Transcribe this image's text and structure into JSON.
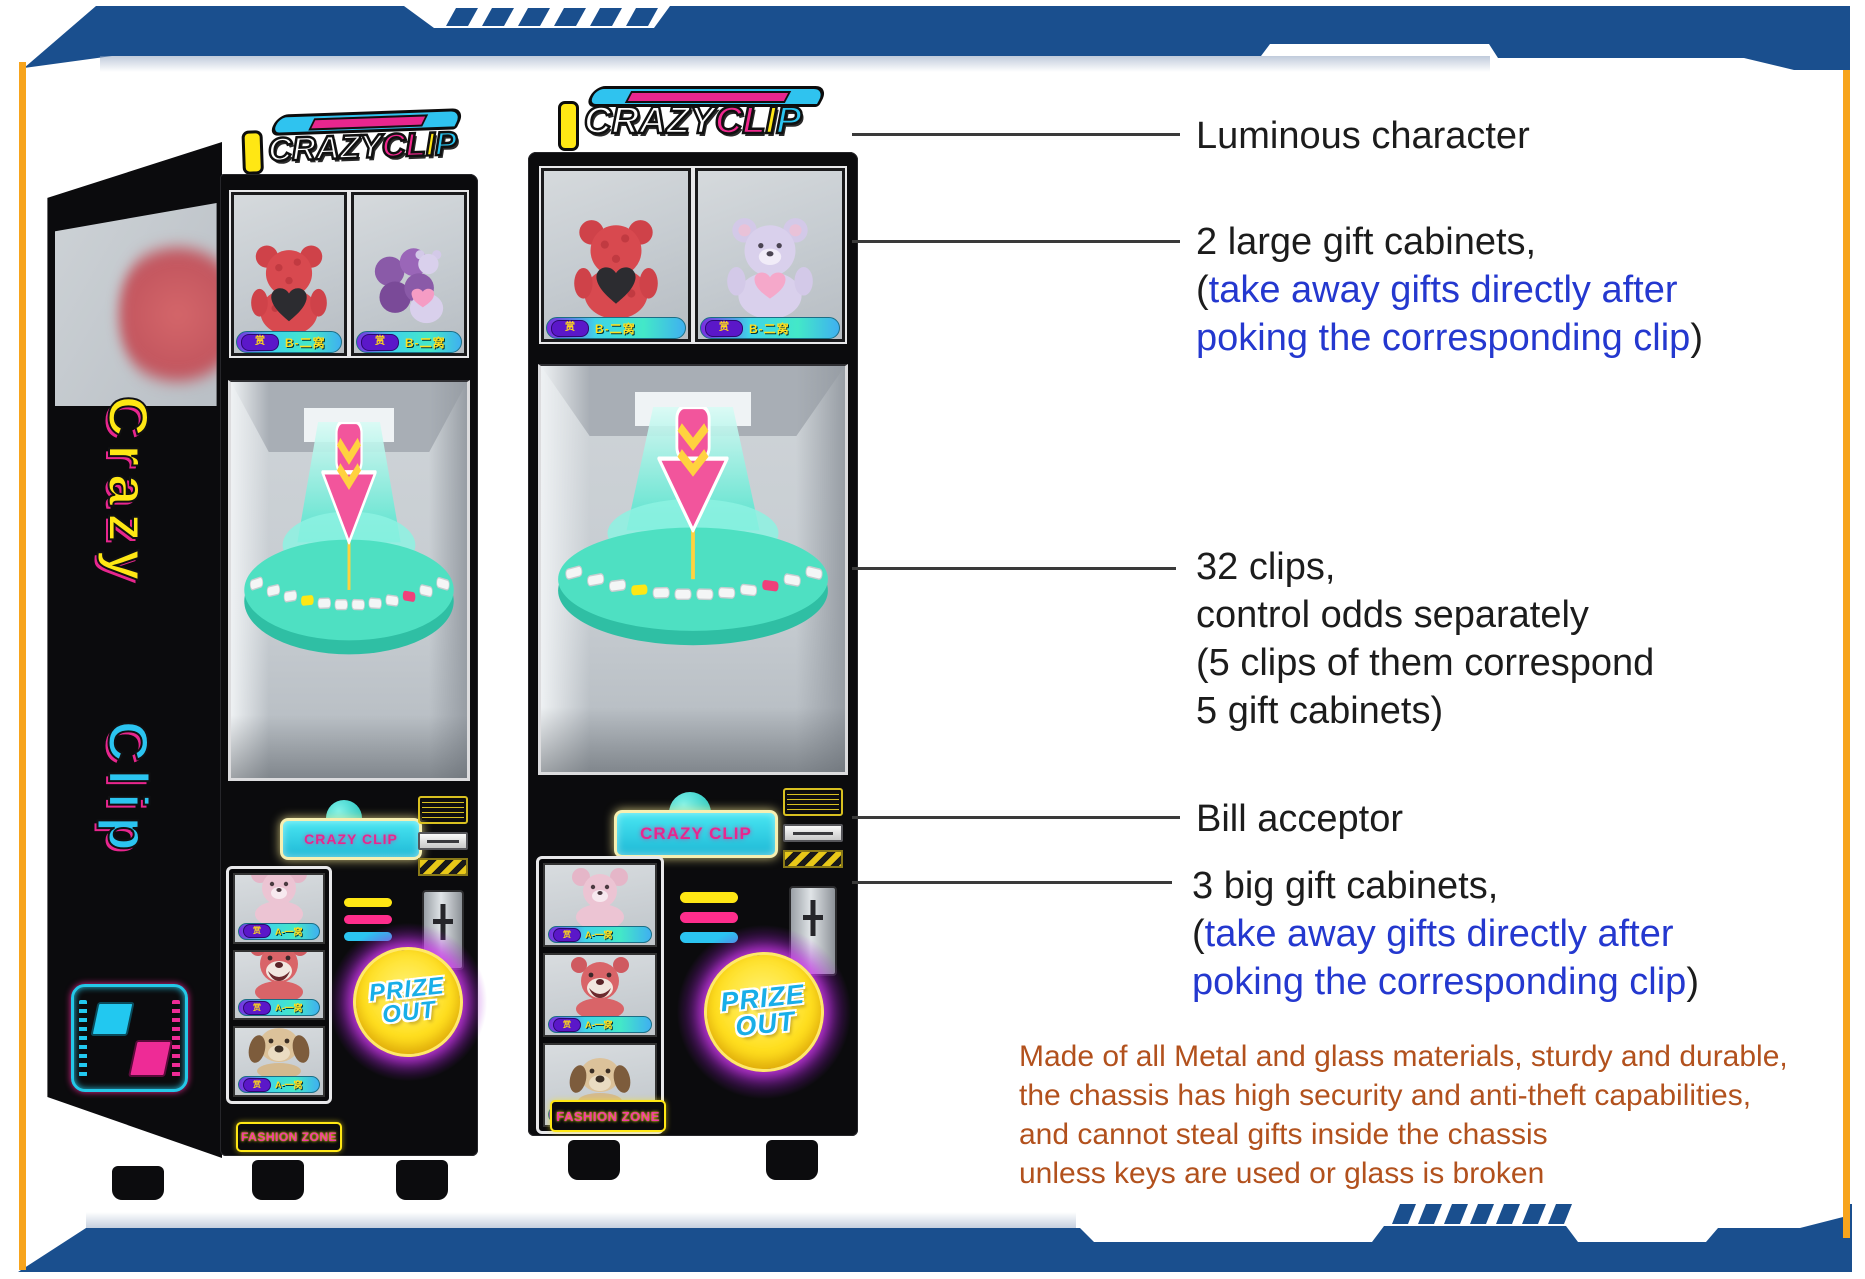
{
  "frame": {
    "navy": "#1a4f8e",
    "orange_accent": "#f7a41d"
  },
  "colors": {
    "annotation_black": "#1c1c1c",
    "annotation_blue": "#2438cf",
    "note_orange": "#b2511d",
    "callout_line": "#3a3a3a",
    "logo_magenta": "#f0288e",
    "logo_cyan": "#2bc4f0",
    "logo_yellow": "#ffe714",
    "tray_teal": "#4ee0c2",
    "arrow_pink": "#f2559c"
  },
  "annotations": {
    "luminous": "Luminous character",
    "cabinets2": {
      "line1": "2 large gift cabinets,",
      "paren_open": "(",
      "blue1": "take away gifts directly after",
      "blue2": "poking the corresponding clip",
      "paren_close": ")"
    },
    "clips32": {
      "line1": "32 clips,",
      "line2": "control odds separately",
      "line3": "(5 clips of them correspond",
      "line4": "5 gift cabinets)"
    },
    "bill": "Bill acceptor",
    "cabinets3": {
      "line1": "3 big gift cabinets,",
      "paren_open": "(",
      "blue1": "take away gifts directly after",
      "blue2": "poking the corresponding clip",
      "paren_close": ")"
    },
    "materials": {
      "line1": "Made of all Metal and glass materials, sturdy and durable,",
      "line2": "the chassis has high security and anti-theft capabilities,",
      "line3": "and cannot steal gifts inside the chassis",
      "line4": "unless keys are used or glass is broken"
    }
  },
  "machine": {
    "logo": {
      "crazy": "CRAZY",
      "cl": "CL",
      "i": "I",
      "p": "P"
    },
    "marquee": "CRAZY CLIP",
    "prize": {
      "line1": "PRIZE",
      "line2": "OUT"
    },
    "fashion_zone": "FASHION ZONE",
    "tag_top": {
      "badge": "赏",
      "label": "B-二窝"
    },
    "tag_small": {
      "badge": "赏",
      "label": "A-一窝"
    },
    "side_text": {
      "word1": "Crazy",
      "word2": "Clip"
    }
  }
}
